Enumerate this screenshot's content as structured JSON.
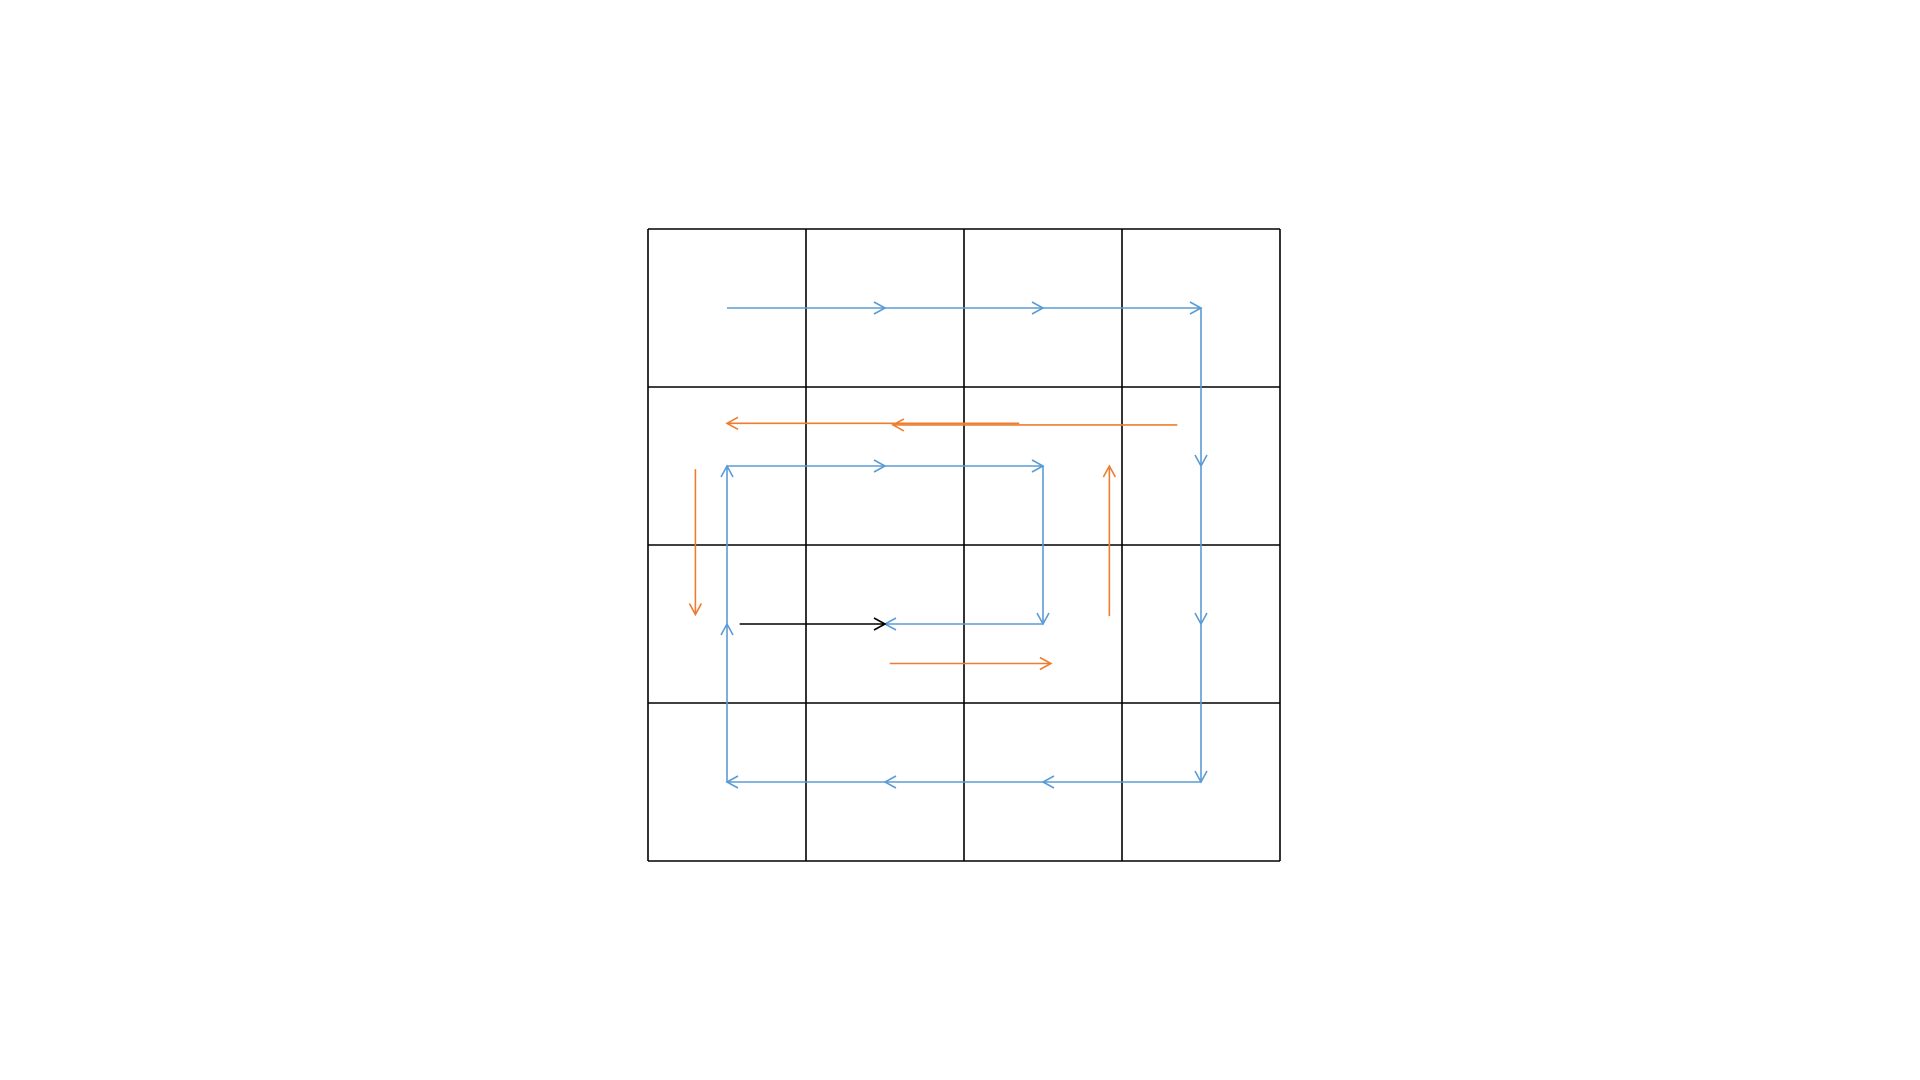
{
  "grid": {
    "rows": 4,
    "cols": 4,
    "line_color": "#000000"
  },
  "colors": {
    "blue": "#5b9bd5",
    "orange": "#ed7d31",
    "black": "#000000"
  },
  "paths": [
    {
      "name": "blue-spiral-path",
      "color": "blue",
      "points": [
        [
          0,
          0
        ],
        [
          3,
          0
        ],
        [
          3,
          3
        ],
        [
          0,
          3
        ],
        [
          0,
          1
        ],
        [
          2,
          1
        ],
        [
          2,
          2
        ],
        [
          1,
          2
        ]
      ],
      "mid_arrows": true
    },
    {
      "name": "black-final-arrow",
      "color": "black",
      "points": [
        [
          0.08,
          2
        ],
        [
          1,
          2
        ]
      ],
      "mid_arrows": false
    }
  ],
  "orange_arrows": [
    {
      "name": "orange-arrow-row1-left",
      "from": [
        1.85,
        0.73
      ],
      "to": [
        0,
        0.73
      ]
    },
    {
      "name": "orange-arrow-row1-mid",
      "from": [
        2.85,
        0.74
      ],
      "to": [
        1.05,
        0.74
      ]
    },
    {
      "name": "orange-arrow-left-down",
      "from": [
        -0.2,
        1.02
      ],
      "to": [
        -0.2,
        1.94
      ]
    },
    {
      "name": "orange-arrow-bottom-right",
      "from": [
        1.03,
        2.25
      ],
      "to": [
        2.05,
        2.25
      ]
    },
    {
      "name": "orange-arrow-right-up",
      "from": [
        2.42,
        1.95
      ],
      "to": [
        2.42,
        1.0
      ]
    }
  ]
}
